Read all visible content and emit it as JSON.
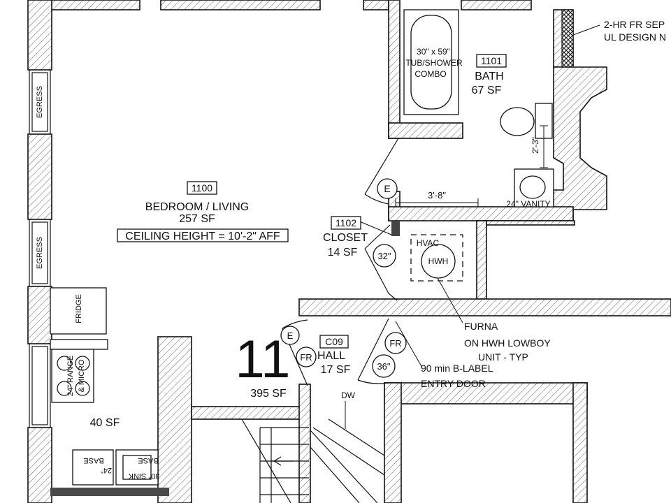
{
  "rooms": {
    "bedroom_number": "1100",
    "bedroom_name": "BEDROOM / LIVING",
    "bedroom_area": "257 SF",
    "ceiling_height": "CEILING HEIGHT = 10'-2\" AFF",
    "bath_number": "1101",
    "bath_name": "BATH",
    "bath_area": "67 SF",
    "closet_number": "1102",
    "closet_name": "CLOSET",
    "closet_area": "14 SF",
    "hall_number": "C09",
    "hall_name": "HALL",
    "hall_area": "17 SF",
    "kitchen_area": "40 SF"
  },
  "unit": {
    "number": "11",
    "area": "395 SF"
  },
  "notes": {
    "fire_sep_line1": "2-HR FR SEP",
    "fire_sep_line2": "UL DESIGN N",
    "furnace_line1": "FURNA",
    "furnace_line2": "ON HWH LOWBOY",
    "furnace_line3": "UNIT - TYP",
    "entry_line1": "90 min B-LABEL",
    "entry_line2": "ENTRY DOOR"
  },
  "fixtures": {
    "tub_line1": "30\" x 59\"",
    "tub_line2": "TUB/SHOWER",
    "tub_line3": "COMBO",
    "vanity": "24\" VANITY",
    "fridge": "FRIDGE",
    "range_line1": "24\" RANGE",
    "range_line2": "& MICRO",
    "sink": "30\" SINK",
    "base_left": "BASE",
    "base_left_size": "24\"",
    "base_right": "BASE",
    "hvac": "HVAC",
    "hwh": "HWH",
    "dw": "DW"
  },
  "dimensions": {
    "bath_width": "3'-8\"",
    "toilet_clear": "2'-3\""
  },
  "windows": {
    "egress_upper": "EGRESS",
    "egress_lower": "EGRESS"
  },
  "door_tags": {
    "closet_door": "32\"",
    "entry_door": "36\"",
    "exit_e": "E",
    "fire_rated": "FR"
  }
}
